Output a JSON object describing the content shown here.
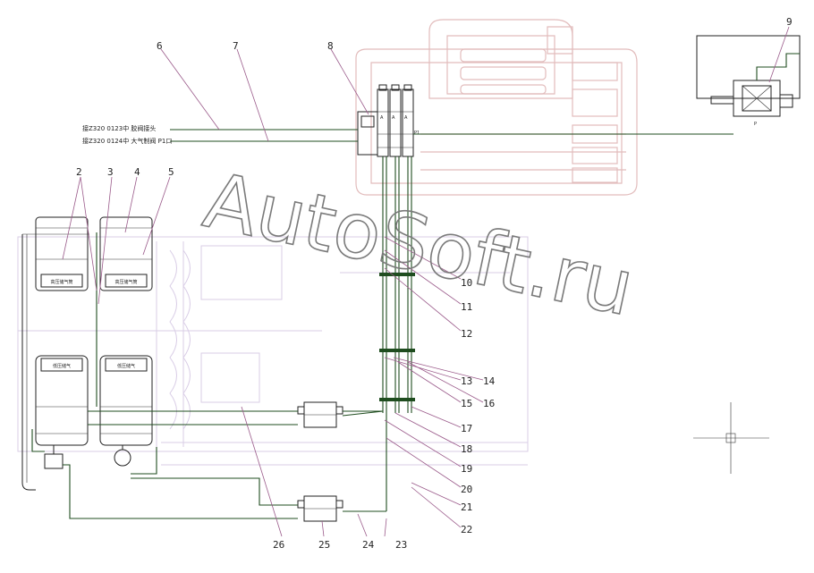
{
  "callouts": [
    {
      "id": "c1",
      "text": "6"
    },
    {
      "id": "c2",
      "text": "7"
    },
    {
      "id": "c3",
      "text": "8"
    },
    {
      "id": "c4",
      "text": "9"
    },
    {
      "id": "c5",
      "text": "2"
    },
    {
      "id": "c6",
      "text": "3"
    },
    {
      "id": "c7",
      "text": "4"
    },
    {
      "id": "c8",
      "text": "5"
    },
    {
      "id": "c9",
      "text": "10"
    },
    {
      "id": "c10",
      "text": "11"
    },
    {
      "id": "c11",
      "text": "12"
    },
    {
      "id": "c12",
      "text": "13"
    },
    {
      "id": "c13",
      "text": "14"
    },
    {
      "id": "c14",
      "text": "15"
    },
    {
      "id": "c15",
      "text": "16"
    },
    {
      "id": "c16",
      "text": "17"
    },
    {
      "id": "c17",
      "text": "18"
    },
    {
      "id": "c18",
      "text": "19"
    },
    {
      "id": "c19",
      "text": "20"
    },
    {
      "id": "c20",
      "text": "21"
    },
    {
      "id": "c21",
      "text": "22"
    },
    {
      "id": "c22",
      "text": "23"
    },
    {
      "id": "c23",
      "text": "24"
    },
    {
      "id": "c24",
      "text": "25"
    },
    {
      "id": "c25",
      "text": "26"
    }
  ],
  "notes": {
    "line_a": "接Z320 0123中  胶阀接头",
    "line_b": "接Z320 0124中  大气制阀  P1口"
  },
  "valve_ports": {
    "port_a": "A",
    "port_p1": "P1",
    "port_p": "P"
  },
  "tank_labels": {
    "upper_left": "高压储气筒",
    "upper_right": "高压储气筒",
    "lower_left": "低压储气",
    "lower_right": "低压储气"
  },
  "watermark": "AutoSoft.ru",
  "colors": {
    "pipe": "#1f4d1f",
    "ghost": "#e2bcbc",
    "leader": "#9a5a8a",
    "ink": "#222222"
  }
}
